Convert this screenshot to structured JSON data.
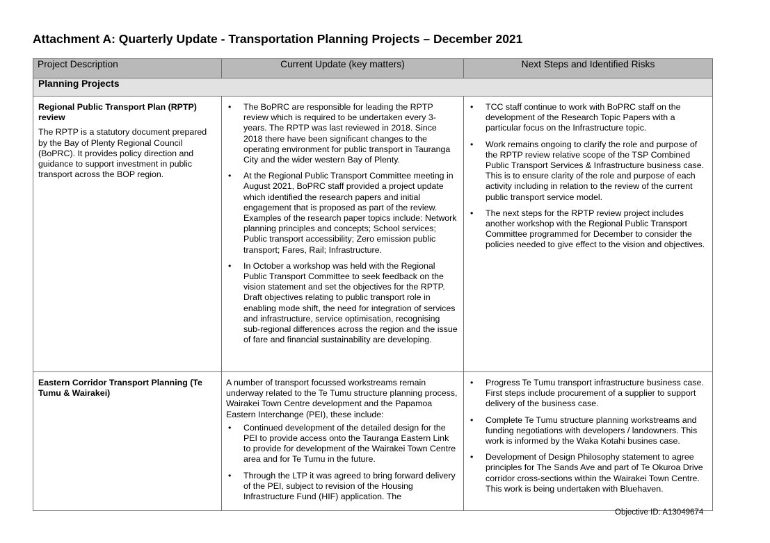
{
  "document": {
    "title": "Attachment A: Quarterly Update - Transportation Planning Projects – December 2021",
    "footer": "Objective ID:  A13049674"
  },
  "table": {
    "headers": [
      "Project Description",
      "Current Update (key matters)",
      "Next Steps and Identified Risks"
    ],
    "section": "Planning Projects",
    "bullet_symbol": "•",
    "rows": [
      {
        "title": "Regional Public Transport Plan (RPTP) review",
        "description": "The RPTP is a statutory document prepared by the Bay of Plenty Regional Council (BoPRC). It provides policy direction and guidance to support investment in public transport across the BOP region.",
        "update_intro": "",
        "updates": [
          "The BoPRC are responsible for leading the RPTP review which is required to be undertaken every 3-years. The RPTP was last reviewed in 2018. Since 2018 there have been significant changes to the operating environment for public transport in Tauranga City and the wider western Bay of Plenty.",
          "At the Regional Public Transport Committee meeting in August 2021, BoPRC staff provided a project update which identified the research papers and initial engagement that is proposed as part of the review.  Examples of the research paper topics include: Network planning principles and concepts; School services; Public transport accessibility; Zero emission public transport; Fares, Rail; Infrastructure.",
          "In October a workshop was held with the Regional Public Transport Committee to seek feedback on the vision statement and set the objectives for the RPTP. Draft objectives relating to public transport role in enabling mode shift, the need for integration of services and infrastructure, service optimisation, recognising sub-regional differences across the region and the issue of fare and financial sustainability are developing."
        ],
        "next_steps": [
          "TCC staff continue to work with BoPRC staff on the development of the Research Topic Papers with a particular focus on the Infrastructure topic.",
          "Work remains ongoing to clarify the role and purpose of the RPTP review relative scope of the TSP Combined Public Transport Services & Infrastructure business case. This is to ensure clarity of the role and purpose of each activity including in relation to the review of the current public transport service model.",
          "The next steps for the RPTP review project includes another workshop with the Regional Public Transport Committee programmed for December to consider the policies needed to give effect to the vision and objectives."
        ]
      },
      {
        "title": "Eastern Corridor Transport Planning (Te Tumu & Wairakei)",
        "description": "",
        "update_intro": "A number of transport focussed workstreams remain underway related to the Te Tumu structure planning process, Wairakei Town Centre development and the Papamoa Eastern Interchange (PEI), these include:",
        "updates": [
          "Continued development of the detailed design for the PEI to provide access onto the Tauranga Eastern Link to provide for development of the Wairakei Town Centre area and for Te Tumu in the future.",
          "Through the LTP it was agreed to bring forward delivery of the PEI, subject to revision of the Housing Infrastructure Fund (HIF) application. The"
        ],
        "next_steps": [
          "Progress Te Tumu transport infrastructure business case. First steps include procurement of a supplier to support delivery of the business case.",
          "Complete Te Tumu structure planning workstreams and funding negotiations with developers / landowners. This work is informed by the Waka Kotahi busines case.",
          "Development of Design Philosophy statement to agree principles for The Sands Ave and part of Te Okuroa Drive corridor cross-sections within the Wairakei Town Centre. This work is being undertaken with Bluehaven."
        ]
      }
    ]
  }
}
